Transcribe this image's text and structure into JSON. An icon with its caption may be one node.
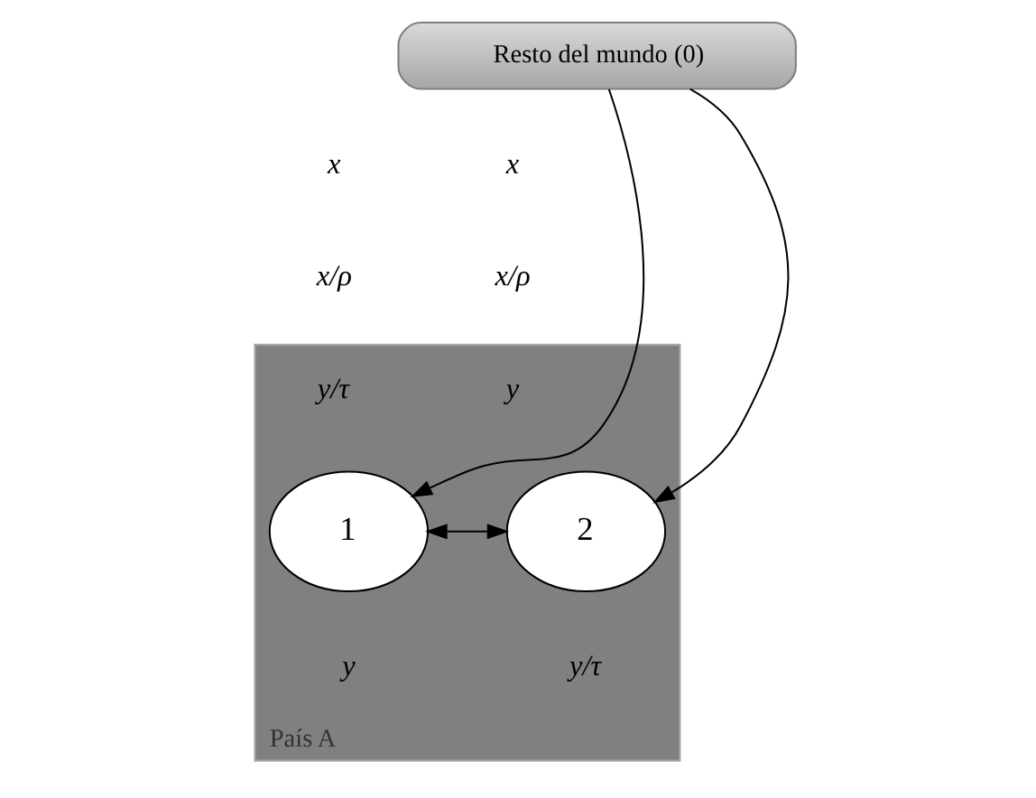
{
  "diagram": {
    "nodes": [
      {
        "text": [
          "Resto del mundo (0)"
        ]
      },
      {
        "text": [
          "País A"
        ]
      },
      {
        "text": [
          "1"
        ],
        "in": 1
      },
      {
        "text": [
          "2"
        ],
        "in": 1
      }
    ],
    "edges": [
      {
        "from": 0,
        "to": 2,
        "arrow": "to"
      },
      {
        "from": 0,
        "to": 3,
        "arrow": "to"
      },
      {
        "from": 2,
        "to": 3,
        "arrow": "both"
      }
    ],
    "labels": [
      "x",
      "x",
      "x/ρ",
      "x/ρ",
      "y/τ",
      "y",
      "y",
      "y/τ"
    ]
  }
}
